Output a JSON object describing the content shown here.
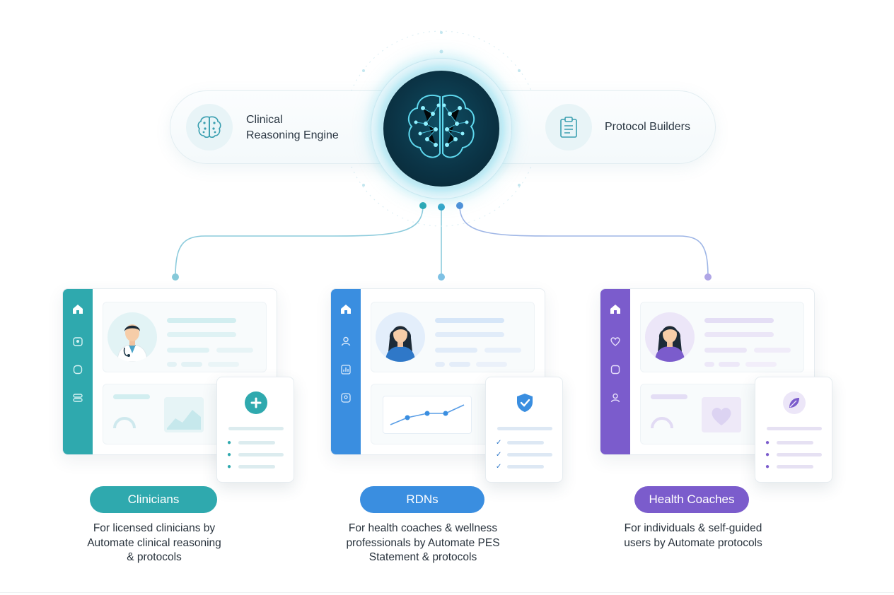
{
  "hub": {
    "left_label_line1": "Clinical",
    "left_label_line2": "Reasoning Engine",
    "right_label": "Protocol Builders",
    "left_icon": "brain-icon",
    "right_icon": "clipboard-icon",
    "center_icon": "neural-brain-icon"
  },
  "audiences": [
    {
      "name": "Clinicians",
      "desc_line1": "For licensed clinicians by",
      "desc_line2": "Automate clinical reasoning",
      "desc_line3": "& protocols",
      "color": "#2fa9ae",
      "badge_icon": "plus-icon"
    },
    {
      "name": "RDNs",
      "desc_line1": "For health coaches & wellness",
      "desc_line2": "professionals by Automate PES",
      "desc_line3": "Statement & protocols",
      "color": "#3a8ee0",
      "badge_icon": "shield-check-icon"
    },
    {
      "name": "Health Coaches",
      "desc_line1": "For individuals & self-guided",
      "desc_line2": "users by Automate protocols",
      "desc_line3": "",
      "color": "#7b5ccc",
      "badge_icon": "leaf-icon"
    }
  ],
  "colors": {
    "wire": "#7cc3d8",
    "hub_core": "#0b3446",
    "hub_glow": "#8fe0f0"
  }
}
